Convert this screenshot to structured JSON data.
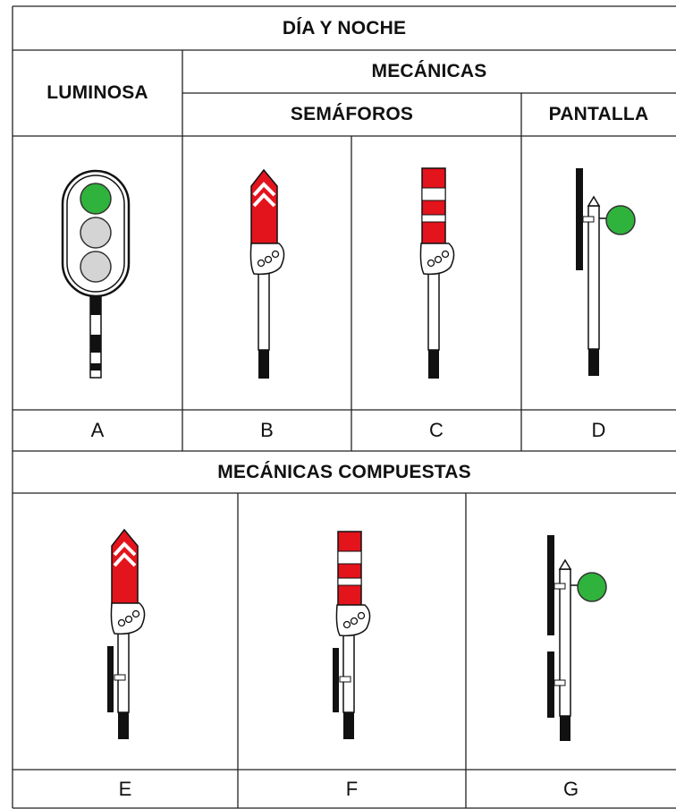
{
  "table": {
    "title": "DÍA Y NOCHE",
    "luminosa": "LUMINOSA",
    "mecanicas": "MECÁNICAS",
    "semaforos": "SEMÁFOROS",
    "pantalla": "PANTALLA",
    "compuestas": "MECÁNICAS COMPUESTAS"
  },
  "labels": {
    "a": "A",
    "b": "B",
    "c": "C",
    "d": "D",
    "e": "E",
    "f": "F",
    "g": "G"
  },
  "colors": {
    "red": "#e3141c",
    "green": "#2fb33c",
    "grey_lens": "#d4d4d4",
    "black": "#111111",
    "white": "#ffffff"
  },
  "icons": {
    "a": "light-signal-icon",
    "b": "chevron-semaphore-icon",
    "c": "striped-semaphore-icon",
    "d": "screen-disc-signal-icon",
    "e": "compound-chevron-semaphore-icon",
    "f": "compound-striped-semaphore-icon",
    "g": "compound-screen-disc-signal-icon"
  }
}
